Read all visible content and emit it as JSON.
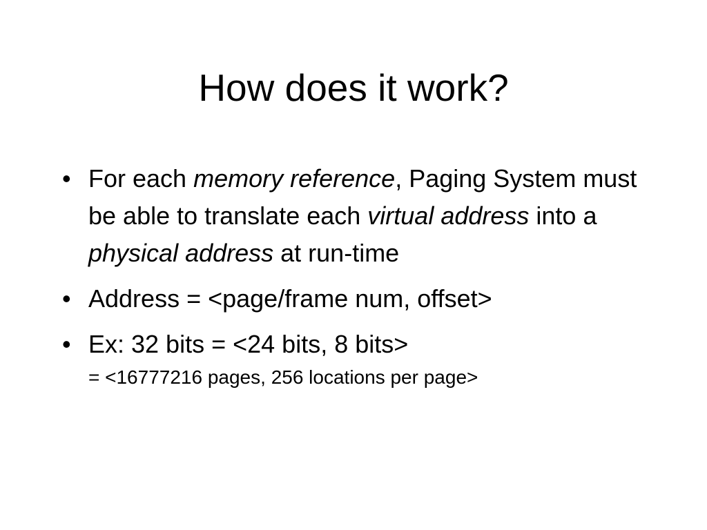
{
  "slide": {
    "title": "How does it work?",
    "bullet_marker": "•",
    "bullets": [
      {
        "parts": {
          "t1": "For each ",
          "i1": "memory reference",
          "t2": ", Paging System must be able to translate each ",
          "i2": "virtual address",
          "t3": " into a ",
          "i3": "physical address",
          "t4": " at run-time"
        }
      },
      {
        "text": "Address = <page/frame num, offset>"
      },
      {
        "text": "Ex: 32 bits = <24 bits, 8 bits>",
        "sub": "= <16777216 pages, 256 locations per page>"
      }
    ]
  }
}
